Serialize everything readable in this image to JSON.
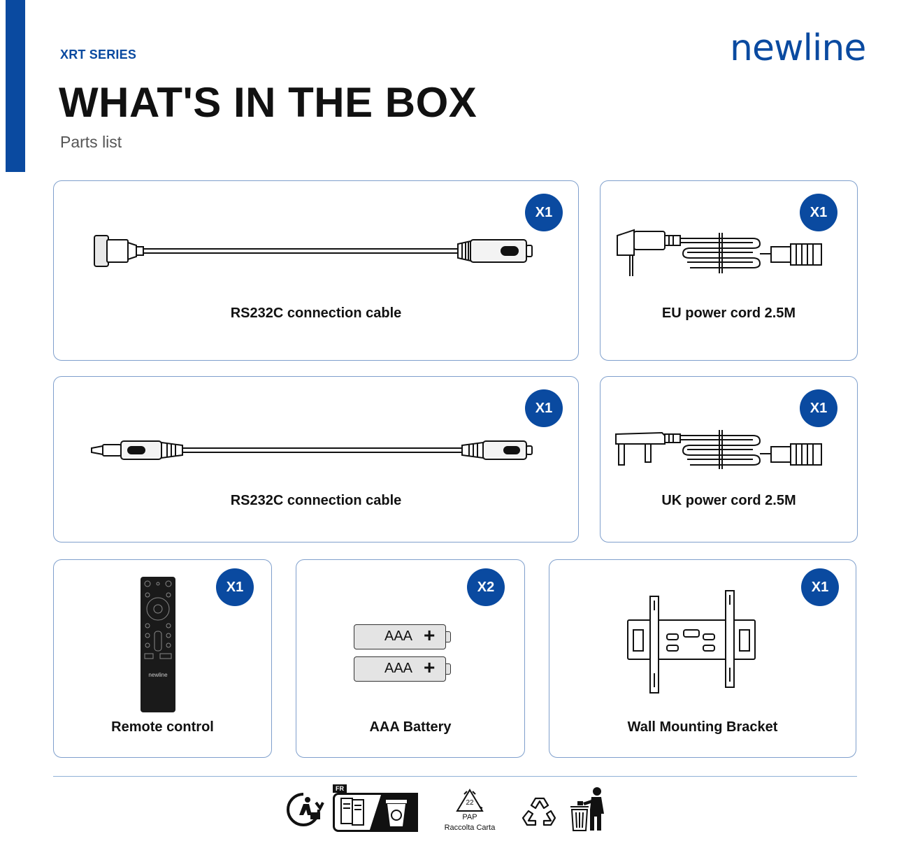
{
  "header": {
    "series": "XRT SERIES",
    "title": "WHAT'S IN THE BOX",
    "subtitle": "Parts list",
    "logo": "newline"
  },
  "colors": {
    "accent": "#0a4aa0",
    "card_border": "#7f9fcc"
  },
  "items": [
    {
      "label": "RS232C connection cable",
      "qty": "X1",
      "icon": "rs232-db9-cable-icon"
    },
    {
      "label": "EU power cord 2.5M",
      "qty": "X1",
      "icon": "eu-power-cord-icon"
    },
    {
      "label": "RS232C connection cable",
      "qty": "X1",
      "icon": "rs232-audio-jack-cable-icon"
    },
    {
      "label": "UK power cord 2.5M",
      "qty": "X1",
      "icon": "uk-power-cord-icon"
    },
    {
      "label": "Remote control",
      "qty": "X1",
      "icon": "remote-control-icon"
    },
    {
      "label": "AAA Battery",
      "qty": "X2",
      "icon": "aaa-battery-icon"
    },
    {
      "label": "Wall Mounting Bracket",
      "qty": "X1",
      "icon": "wall-bracket-icon"
    }
  ],
  "remote": {
    "brand": "newline"
  },
  "battery": {
    "text": "AAA"
  },
  "footer": {
    "fr_tag": "FR",
    "recycle_number": "22",
    "pap": "PAP",
    "raccolta": "Raccolta Carta",
    "icons": [
      "triman-icon",
      "fr-sorting-info-icon",
      "pap-22-recycle-icon",
      "recycle-icon",
      "tidyman-icon"
    ]
  }
}
